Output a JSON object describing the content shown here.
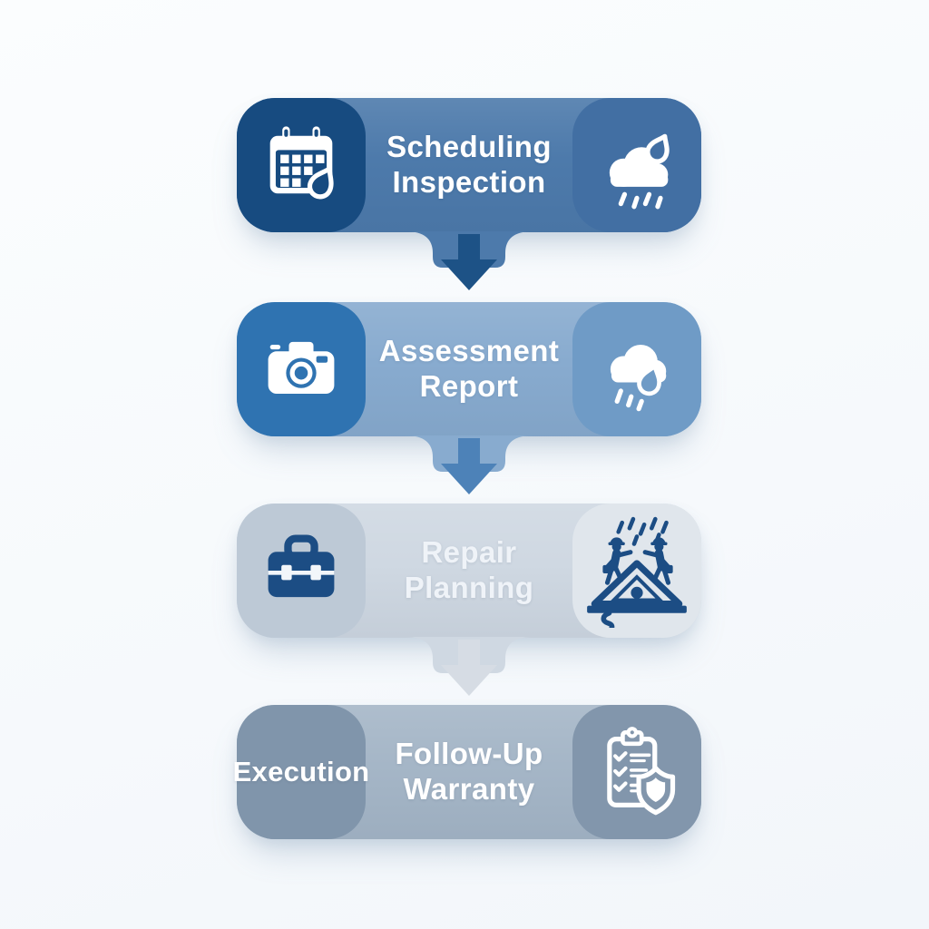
{
  "diagram_name": "roof-repair-process-flowchart",
  "background": "#f7fafc",
  "steps": [
    {
      "name": "scheduling-inspection",
      "lines": [
        "Scheduling",
        "Inspection"
      ],
      "left_icon": "calendar-rain-drop-icon",
      "right_icon": "rain-cloud-drop-icon",
      "colors": {
        "body": "#4d7aab",
        "left": "#174b80",
        "right": "#426fa3",
        "arrow": "#1d5286",
        "text": "#ffffff",
        "ink": "#ffffff"
      }
    },
    {
      "name": "assessment-report",
      "lines": [
        "Assessment",
        "Report"
      ],
      "left_icon": "camera-icon",
      "right_icon": "rain-cloud-drop-icon",
      "colors": {
        "body": "#88abcf",
        "left": "#2f73b1",
        "right": "#6f9bc6",
        "arrow": "#4d82b8",
        "text": "#ffffff",
        "ink": "#ffffff"
      }
    },
    {
      "name": "repair-planning",
      "lines": [
        "Repair",
        "Planning"
      ],
      "left_icon": "toolbox-icon",
      "right_icon": "roof-workers-rain-icon",
      "colors": {
        "body": "#cfd8e2",
        "left": "#bdc9d6",
        "right": "#e0e6ec",
        "arrow": "#d6dce4",
        "text": "#eff3f8",
        "ink": "#1c4d84"
      }
    },
    {
      "name": "execution-follow-up-warranty",
      "left_label": "Execution",
      "lines": [
        "Follow-Up",
        "Warranty"
      ],
      "right_icon": "checklist-shield-icon",
      "colors": {
        "body": "#a5b6c7",
        "left": "#8095ab",
        "right": "#8296ac",
        "arrow": "#a5b6c7",
        "text": "#ffffff",
        "ink": "#ffffff"
      }
    }
  ]
}
